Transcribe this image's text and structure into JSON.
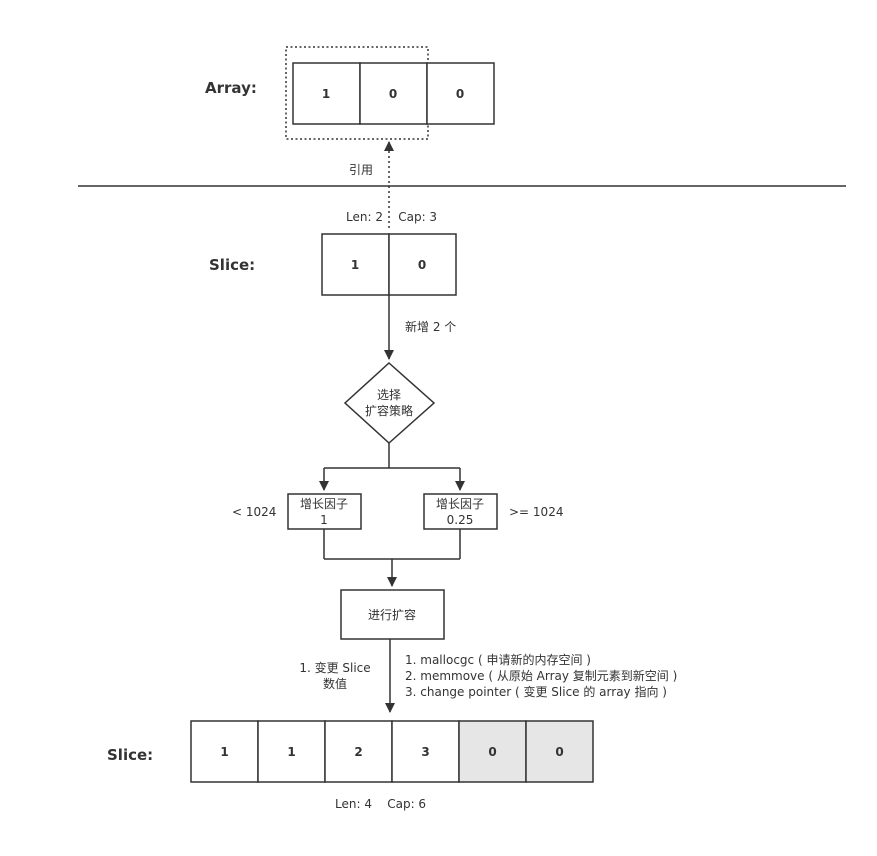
{
  "array": {
    "label": "Array:",
    "cells": [
      "1",
      "0",
      "0"
    ]
  },
  "reference_label": "引用",
  "slice1": {
    "label": "Slice:",
    "meta": "Len: 2    Cap: 3",
    "cells": [
      "1",
      "0"
    ]
  },
  "add_label": "新增 2 个",
  "decision": {
    "line1": "选择",
    "line2": "扩容策略"
  },
  "left_branch": {
    "condition": "< 1024",
    "line1": "增长因子",
    "line2": "1"
  },
  "right_branch": {
    "condition": ">= 1024",
    "line1": "增长因子",
    "line2": "0.25"
  },
  "expand_label": "进行扩容",
  "change_note": {
    "line1": "1. 变更 Slice",
    "line2": "数值"
  },
  "steps": [
    "1. mallocgc ( 申请新的内存空间 )",
    "2. memmove ( 从原始 Array 复制元素到新空间 )",
    "3. change pointer ( 变更 Slice 的 array 指向 )"
  ],
  "slice2": {
    "label": "Slice:",
    "meta": "Len: 4    Cap: 6",
    "cells": [
      "1",
      "1",
      "2",
      "3",
      "0",
      "0"
    ],
    "cell_fill": [
      "#ffffff",
      "#ffffff",
      "#ffffff",
      "#ffffff",
      "#e6e6e6",
      "#e6e6e6"
    ]
  }
}
